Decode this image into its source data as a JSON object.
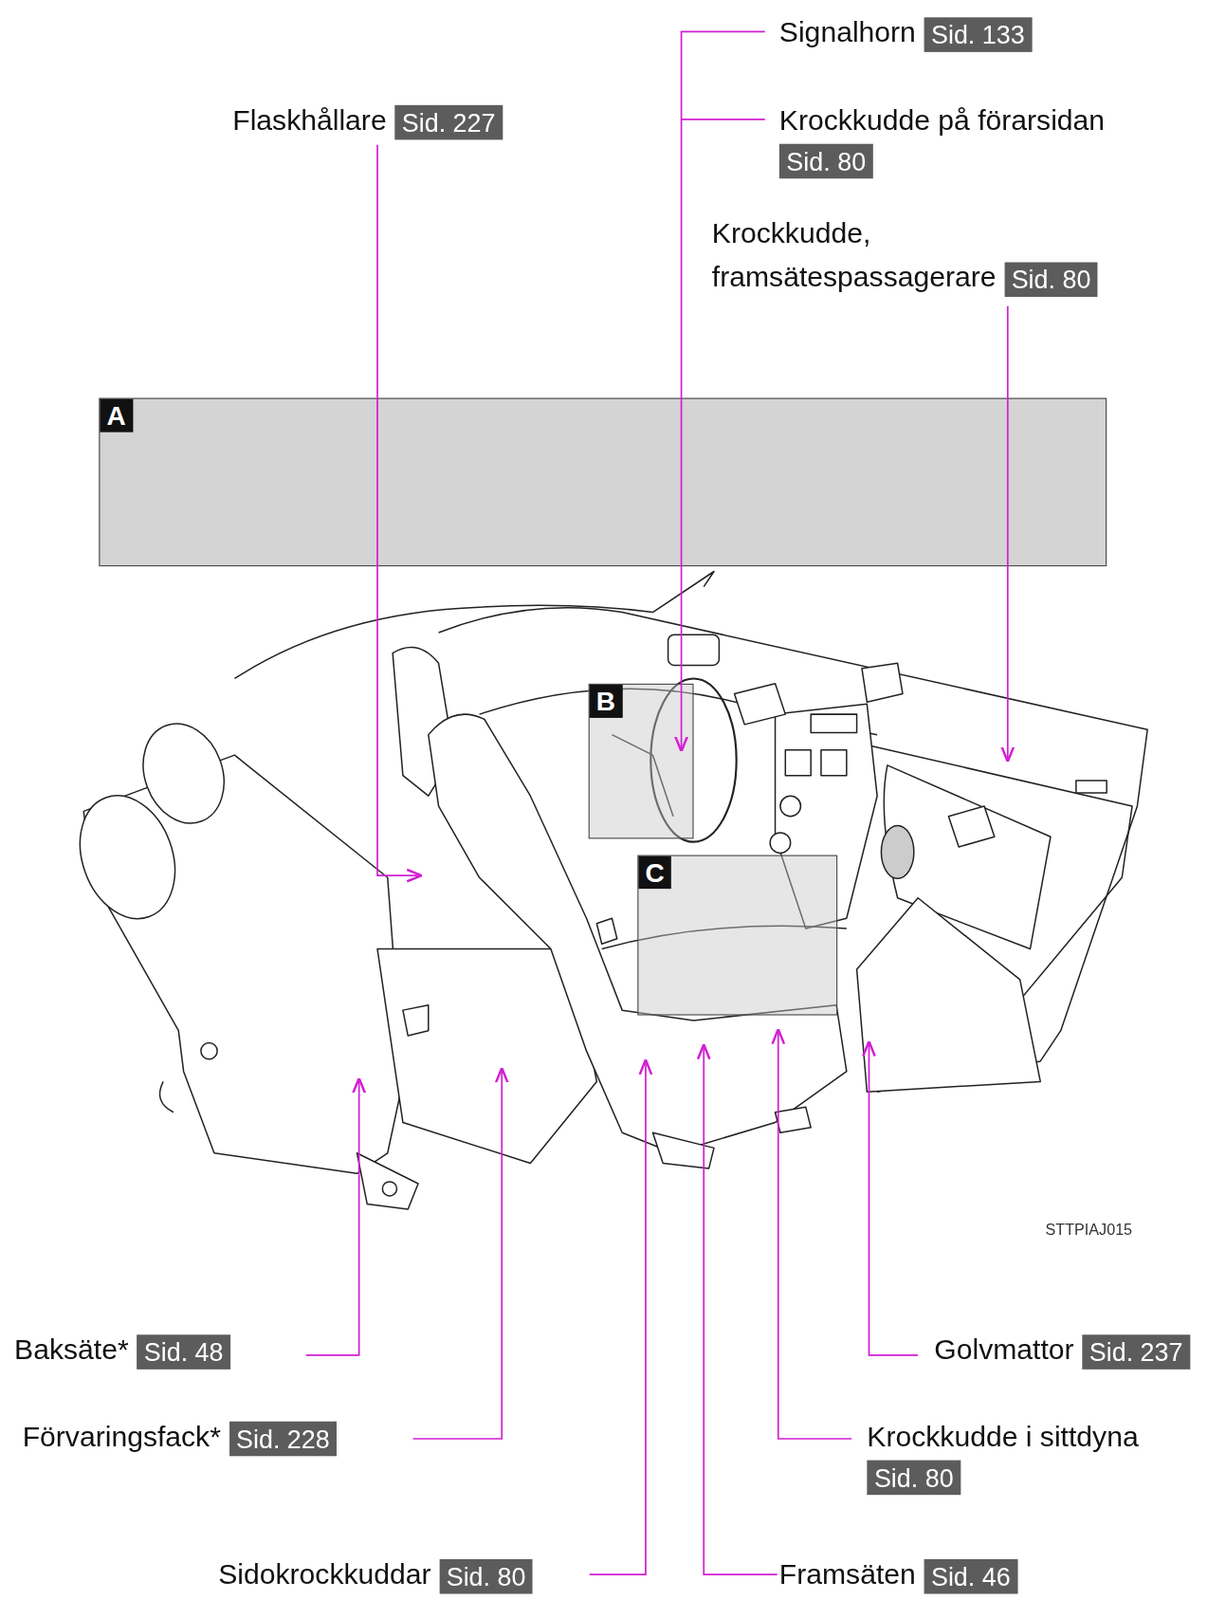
{
  "diagram": {
    "nodes": [
      {
        "text": [
          "Signalhorn",
          "Sid. 133"
        ]
      },
      {
        "text": [
          "Flaskhållare",
          "Sid. 227"
        ]
      },
      {
        "text": [
          "Krockkudde på förarsidan",
          "Sid. 80"
        ]
      },
      {
        "text": [
          "Krockkudde, framsätespassagerare",
          "Sid. 80"
        ]
      },
      {
        "text": [
          "A"
        ]
      },
      {
        "text": [
          "B"
        ]
      },
      {
        "text": [
          "C"
        ]
      },
      {
        "text": [
          "Baksäte*",
          "Sid. 48"
        ]
      },
      {
        "text": [
          "Golvmattor",
          "Sid. 237"
        ]
      },
      {
        "text": [
          "Förvaringsfack*",
          "Sid. 228"
        ]
      },
      {
        "text": [
          "Krockkudde i sittdyna",
          "Sid. 80"
        ]
      },
      {
        "text": [
          "Sidokrockkuddar",
          "Sid. 80"
        ]
      },
      {
        "text": [
          "Framsäten",
          "Sid. 46"
        ]
      }
    ],
    "labels": [
      "STTPIAJ015"
    ]
  }
}
